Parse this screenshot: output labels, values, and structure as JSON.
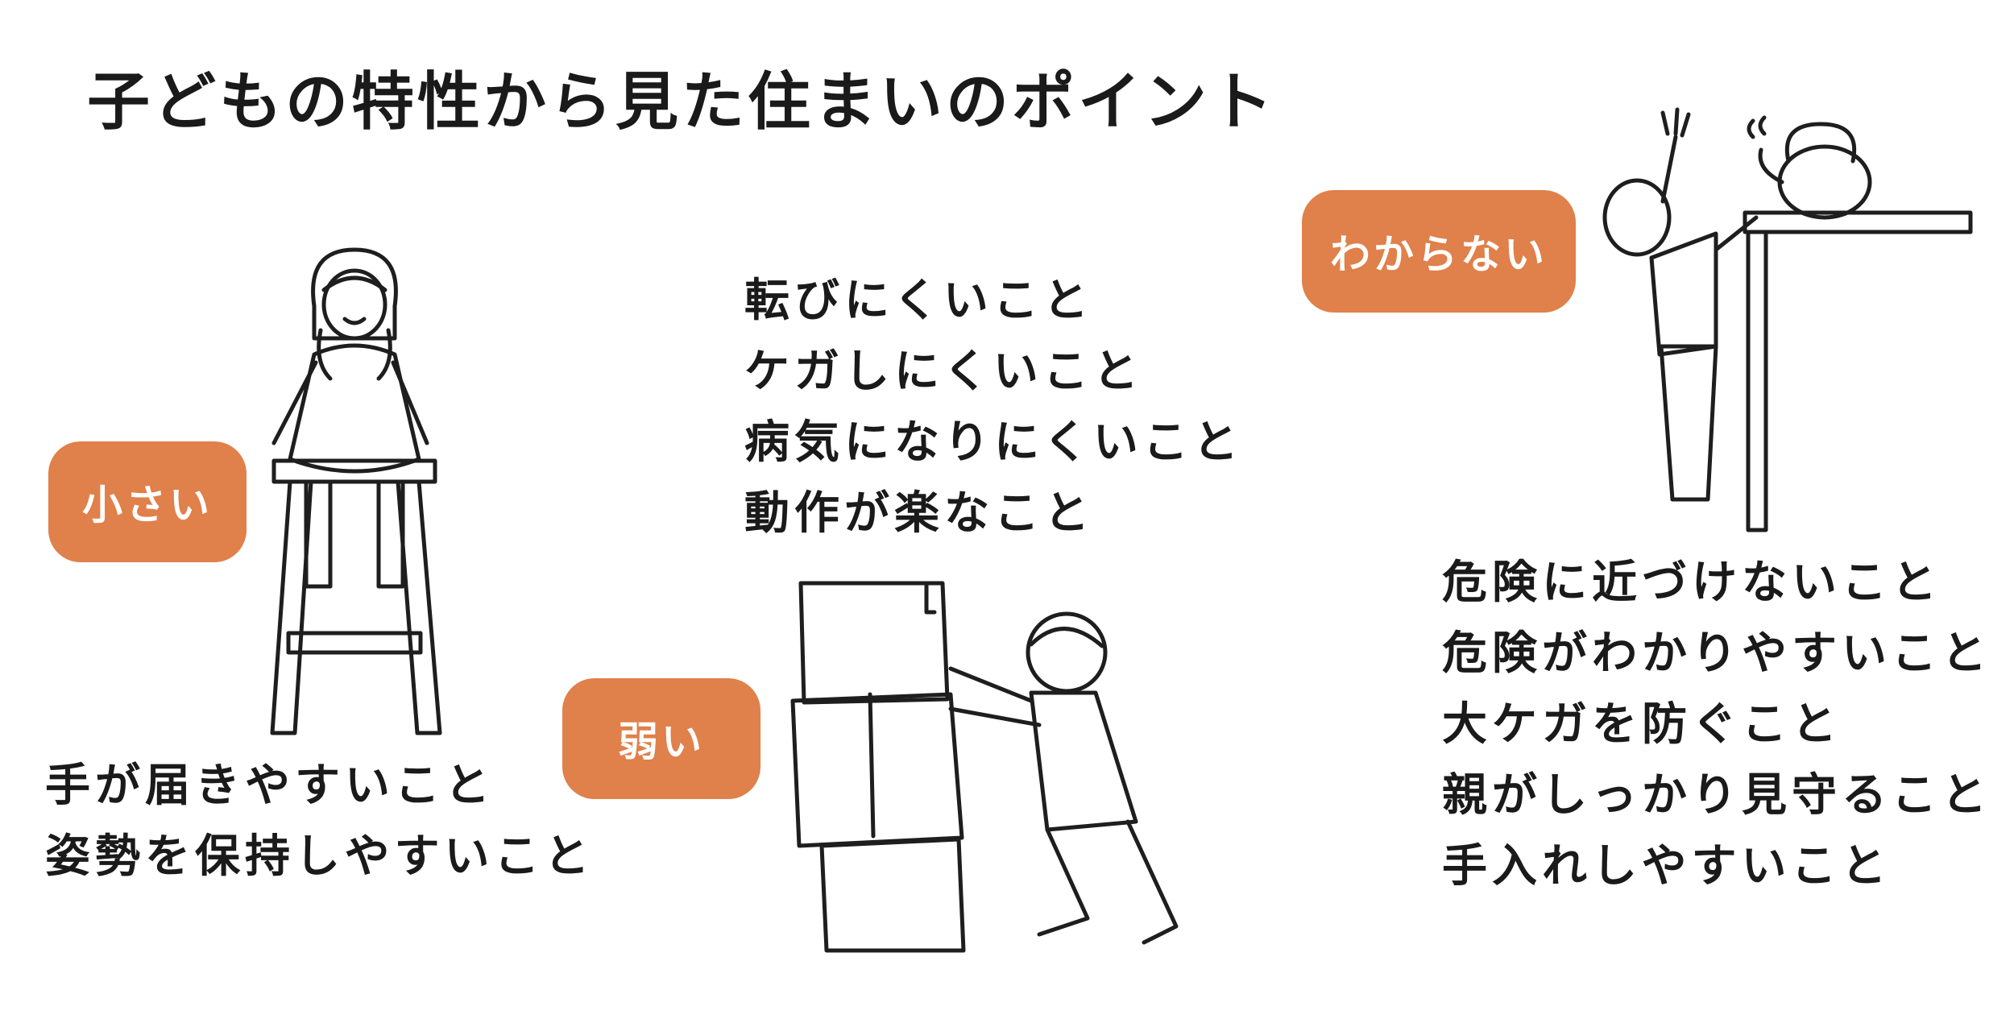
{
  "title": "子どもの特性から見た住まいのポイント",
  "colors": {
    "badge": "#E0804A",
    "wood": "#F8E9A6",
    "cardboard": "#FCEFB4",
    "lilac": "#CFB4DA",
    "pink": "#F2C9CF",
    "ink": "#1E1E1E"
  },
  "sections": {
    "small": {
      "badge": "小さい",
      "points": [
        "手が届きやすいこと",
        "姿勢を保持しやすいこと"
      ]
    },
    "weak": {
      "badge": "弱い",
      "points": [
        "転びにくいこと",
        "ケガしにくいこと",
        "病気になりにくいこと",
        "動作が楽なこと"
      ]
    },
    "unknown": {
      "badge": "わからない",
      "points": [
        "危険に近づけないこと",
        "危険がわかりやすいこと",
        "大ケガを防ぐこと",
        "親がしっかり見守ること",
        "手入れしやすいこと"
      ]
    }
  },
  "illustrations": {
    "girl_on_stool": "girl-on-stool-illustration",
    "boy_pushing_boxes": "boy-pushing-boxes-illustration",
    "child_reaching_kettle": "child-reaching-kettle-illustration"
  }
}
